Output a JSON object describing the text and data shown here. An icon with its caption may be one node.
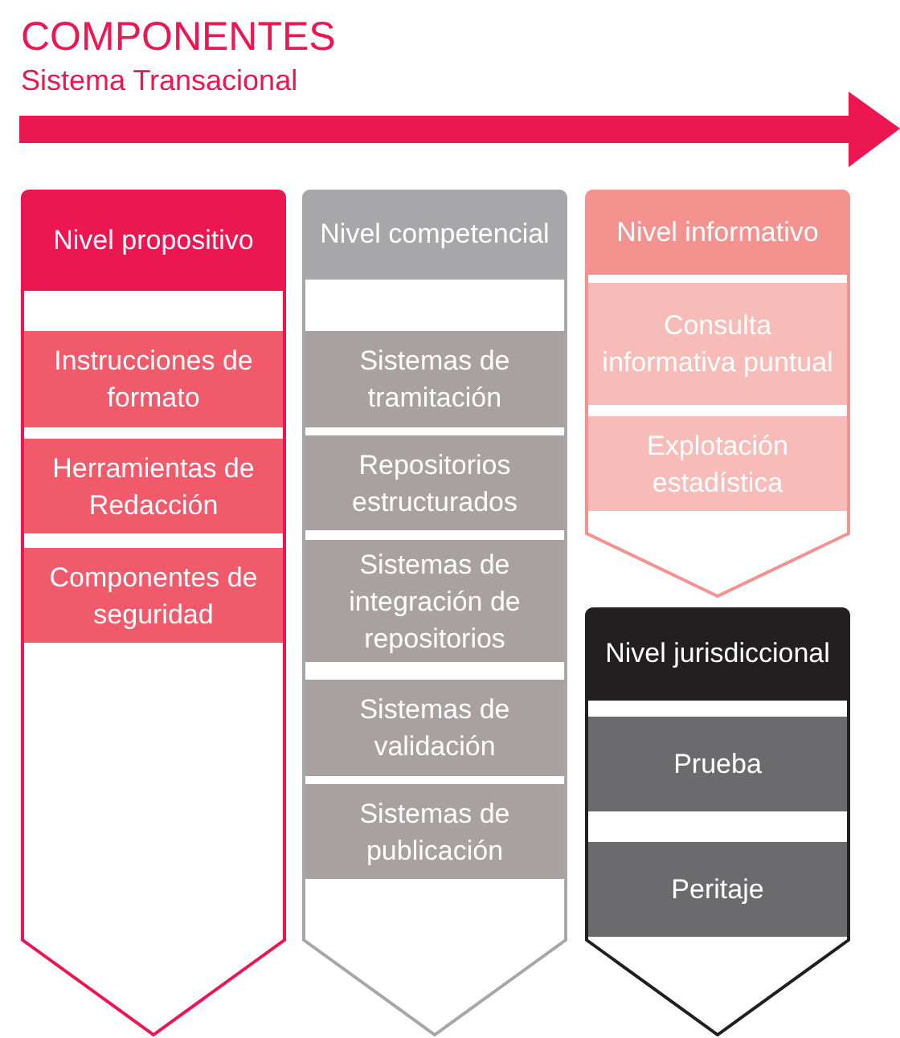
{
  "diagram": {
    "title": "COMPONENTES",
    "nodes": [
      {
        "text": [
          "Nivel propositivo"
        ]
      },
      {
        "text": [
          "Instrucciones de formato"
        ],
        "in": 0
      },
      {
        "text": [
          "Herramientas de Redacción"
        ],
        "in": 0
      },
      {
        "text": [
          "Componentes de seguridad"
        ],
        "in": 0
      },
      {
        "text": [
          "Nivel competencial"
        ]
      },
      {
        "text": [
          "Sistemas de tramitación"
        ],
        "in": 4
      },
      {
        "text": [
          "Repositorios estructurados"
        ],
        "in": 4
      },
      {
        "text": [
          "Sistemas de integración de repositorios"
        ],
        "in": 4
      },
      {
        "text": [
          "Sistemas de validación"
        ],
        "in": 4
      },
      {
        "text": [
          "Sistemas de publicación"
        ],
        "in": 4
      },
      {
        "text": [
          "Nivel informativo"
        ]
      },
      {
        "text": [
          "Consulta informativa puntual"
        ],
        "in": 10
      },
      {
        "text": [
          "Explotación estadística"
        ],
        "in": 10
      },
      {
        "text": [
          "Nivel jurisdiccional"
        ]
      },
      {
        "text": [
          "Prueba"
        ],
        "in": 13
      },
      {
        "text": [
          "Peritaje"
        ],
        "in": 13
      }
    ],
    "labels": [
      "Sistema Transacional"
    ]
  }
}
